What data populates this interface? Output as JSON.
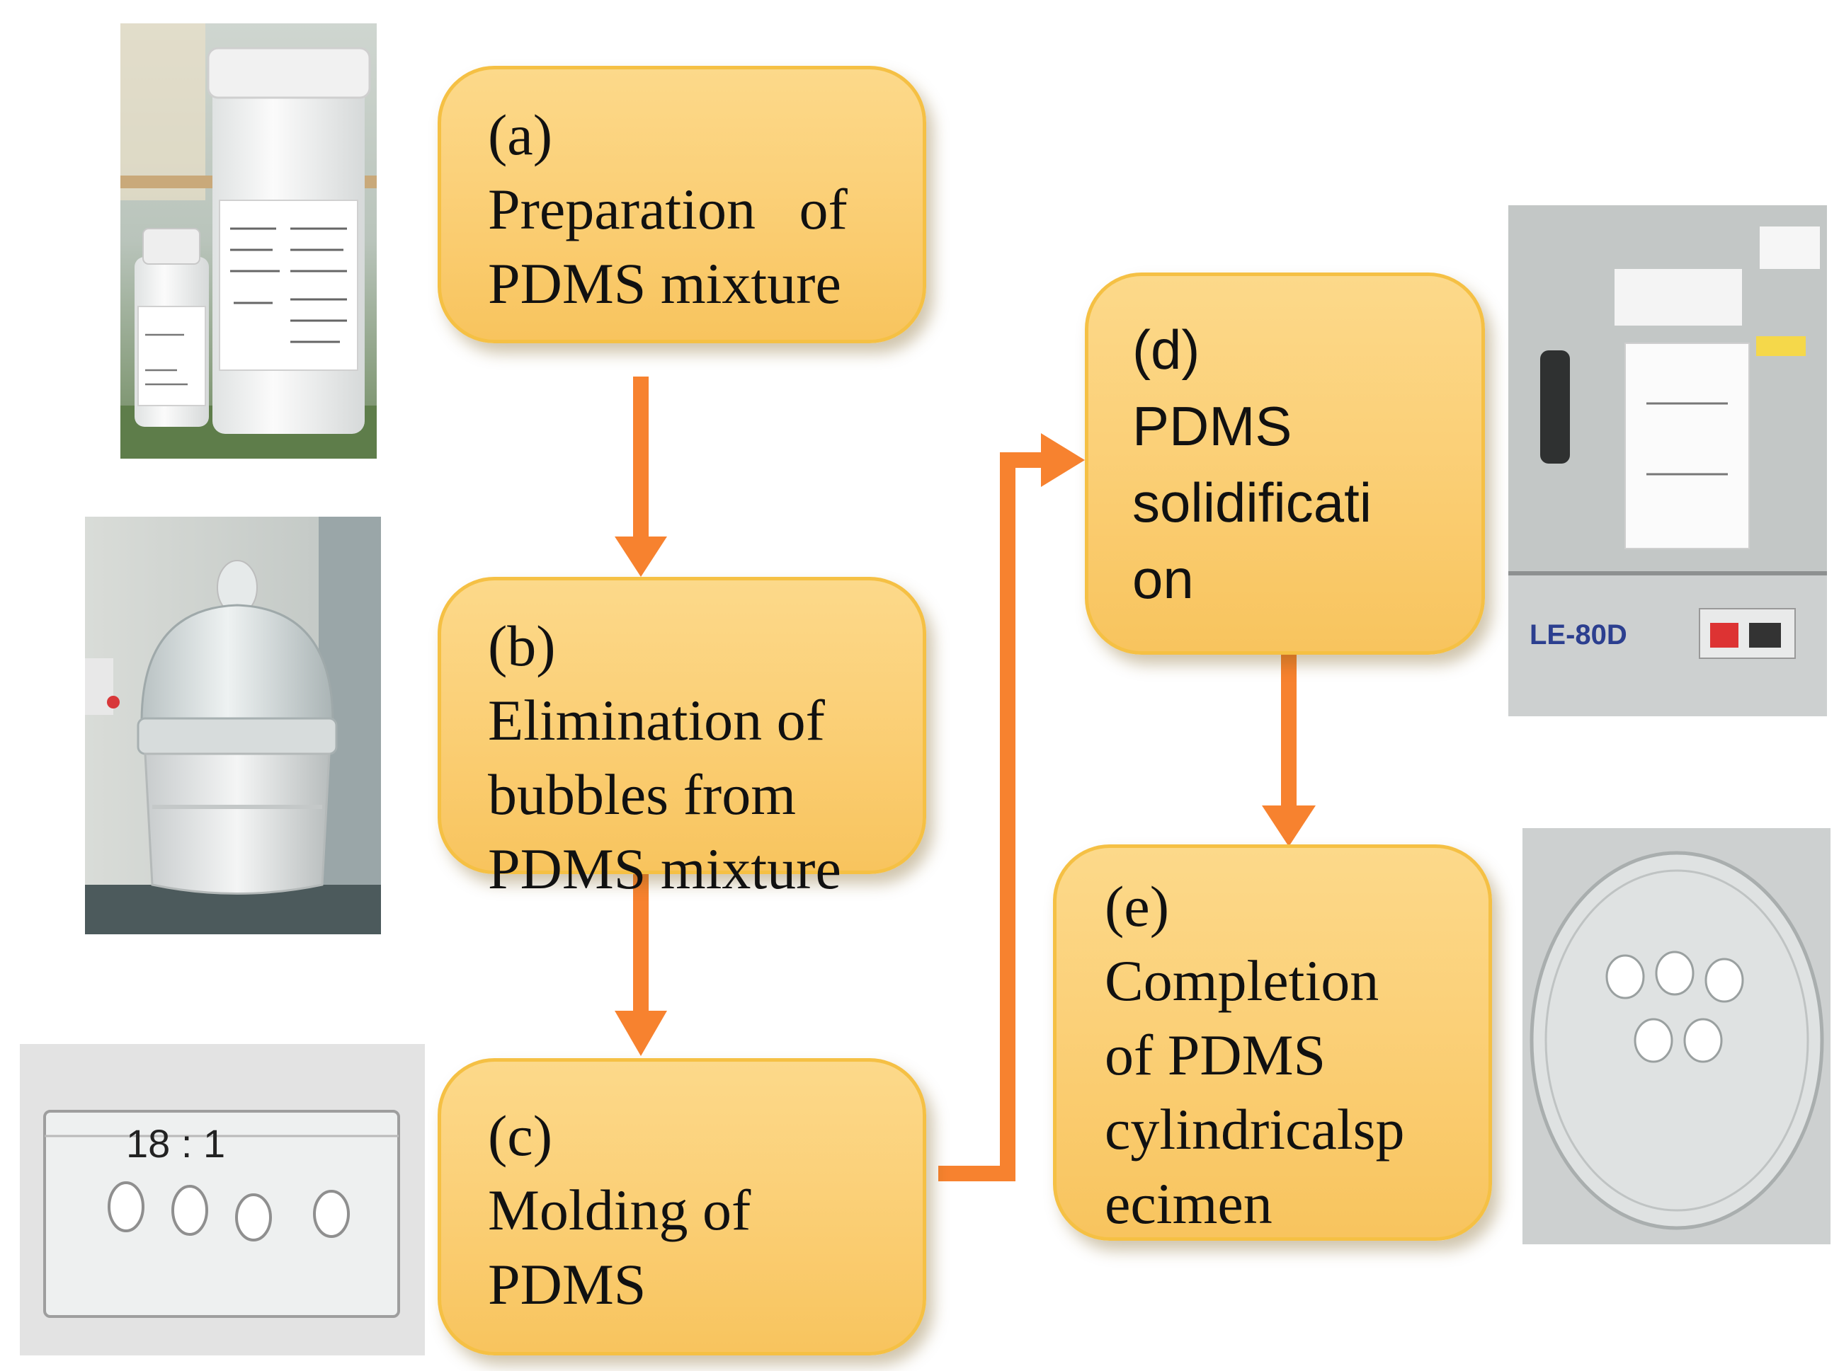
{
  "steps": {
    "a": {
      "letter": "(a)",
      "lines": [
        "Preparation   of",
        "PDMS mixture"
      ]
    },
    "b": {
      "letter": "(b)",
      "lines": [
        "Elimination of",
        "bubbles from",
        "PDMS mixture"
      ]
    },
    "c": {
      "letter": "(c)",
      "lines": [
        "Molding of",
        "PDMS"
      ]
    },
    "d": {
      "letter": "(d)",
      "lines": [
        "PDMS",
        "solidificati",
        "on"
      ]
    },
    "e": {
      "letter": "(e)",
      "lines": [
        "Completion",
        "of PDMS",
        "cylindricalsp",
        "ecimen"
      ]
    }
  },
  "photos": {
    "mold_label": "18 : 1",
    "oven_label": "LE-80D"
  },
  "colors": {
    "arrow": "#f7822f",
    "box_fill": "#fbd078",
    "box_border": "#f5c044"
  }
}
